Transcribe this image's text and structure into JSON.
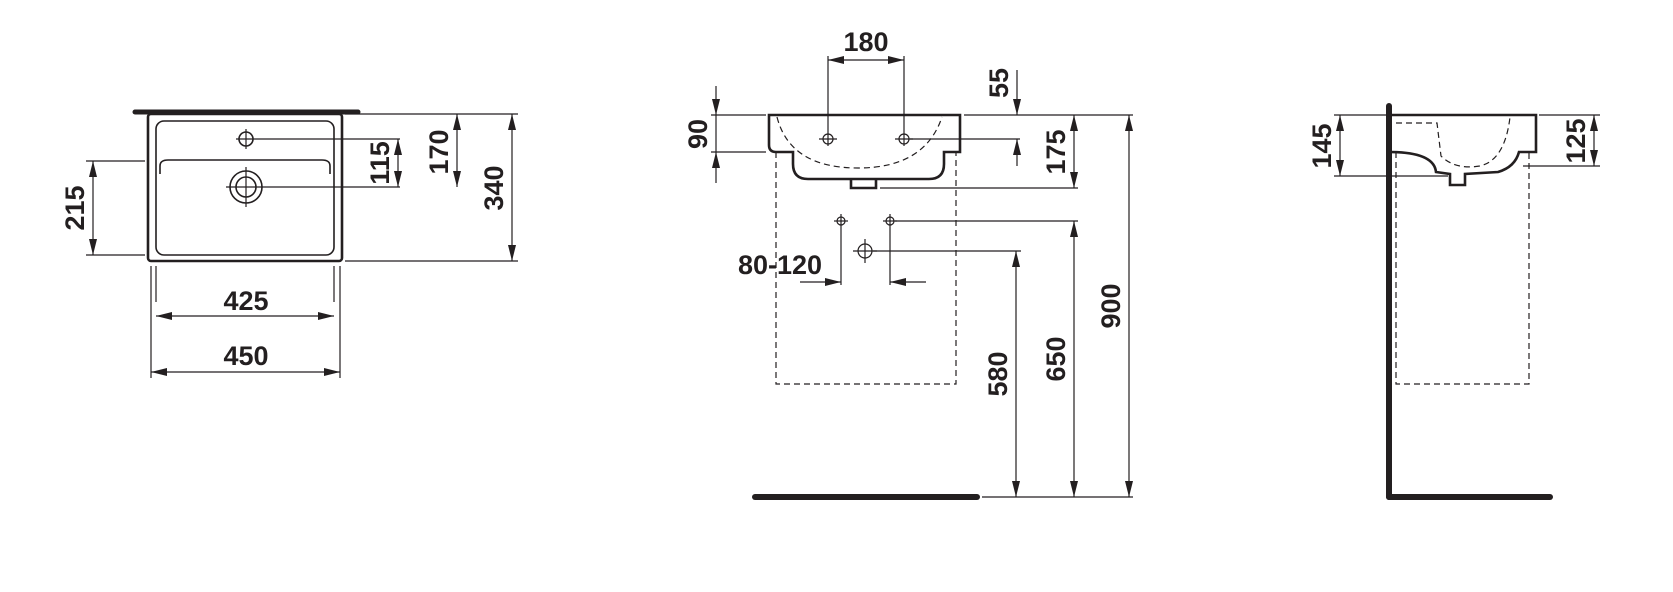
{
  "colors": {
    "line": "#231f20",
    "background": "#ffffff"
  },
  "top_view": {
    "depth_total": "340",
    "depth_tap_hole": "170",
    "depth_tap_to_drain": "115",
    "depth_bowl": "215",
    "width_inner": "425",
    "width_total": "450"
  },
  "front_view": {
    "tap_spacing": "180",
    "rim_to_tap_holes": "55",
    "rim_height": "90",
    "waste_height": "175",
    "waste_spacing": "80-120",
    "supply_height": "580",
    "waste_outlet_height": "650",
    "rim_floor_height": "900"
  },
  "side_view": {
    "rim_thickness": "145",
    "bowl_depth": "125"
  }
}
